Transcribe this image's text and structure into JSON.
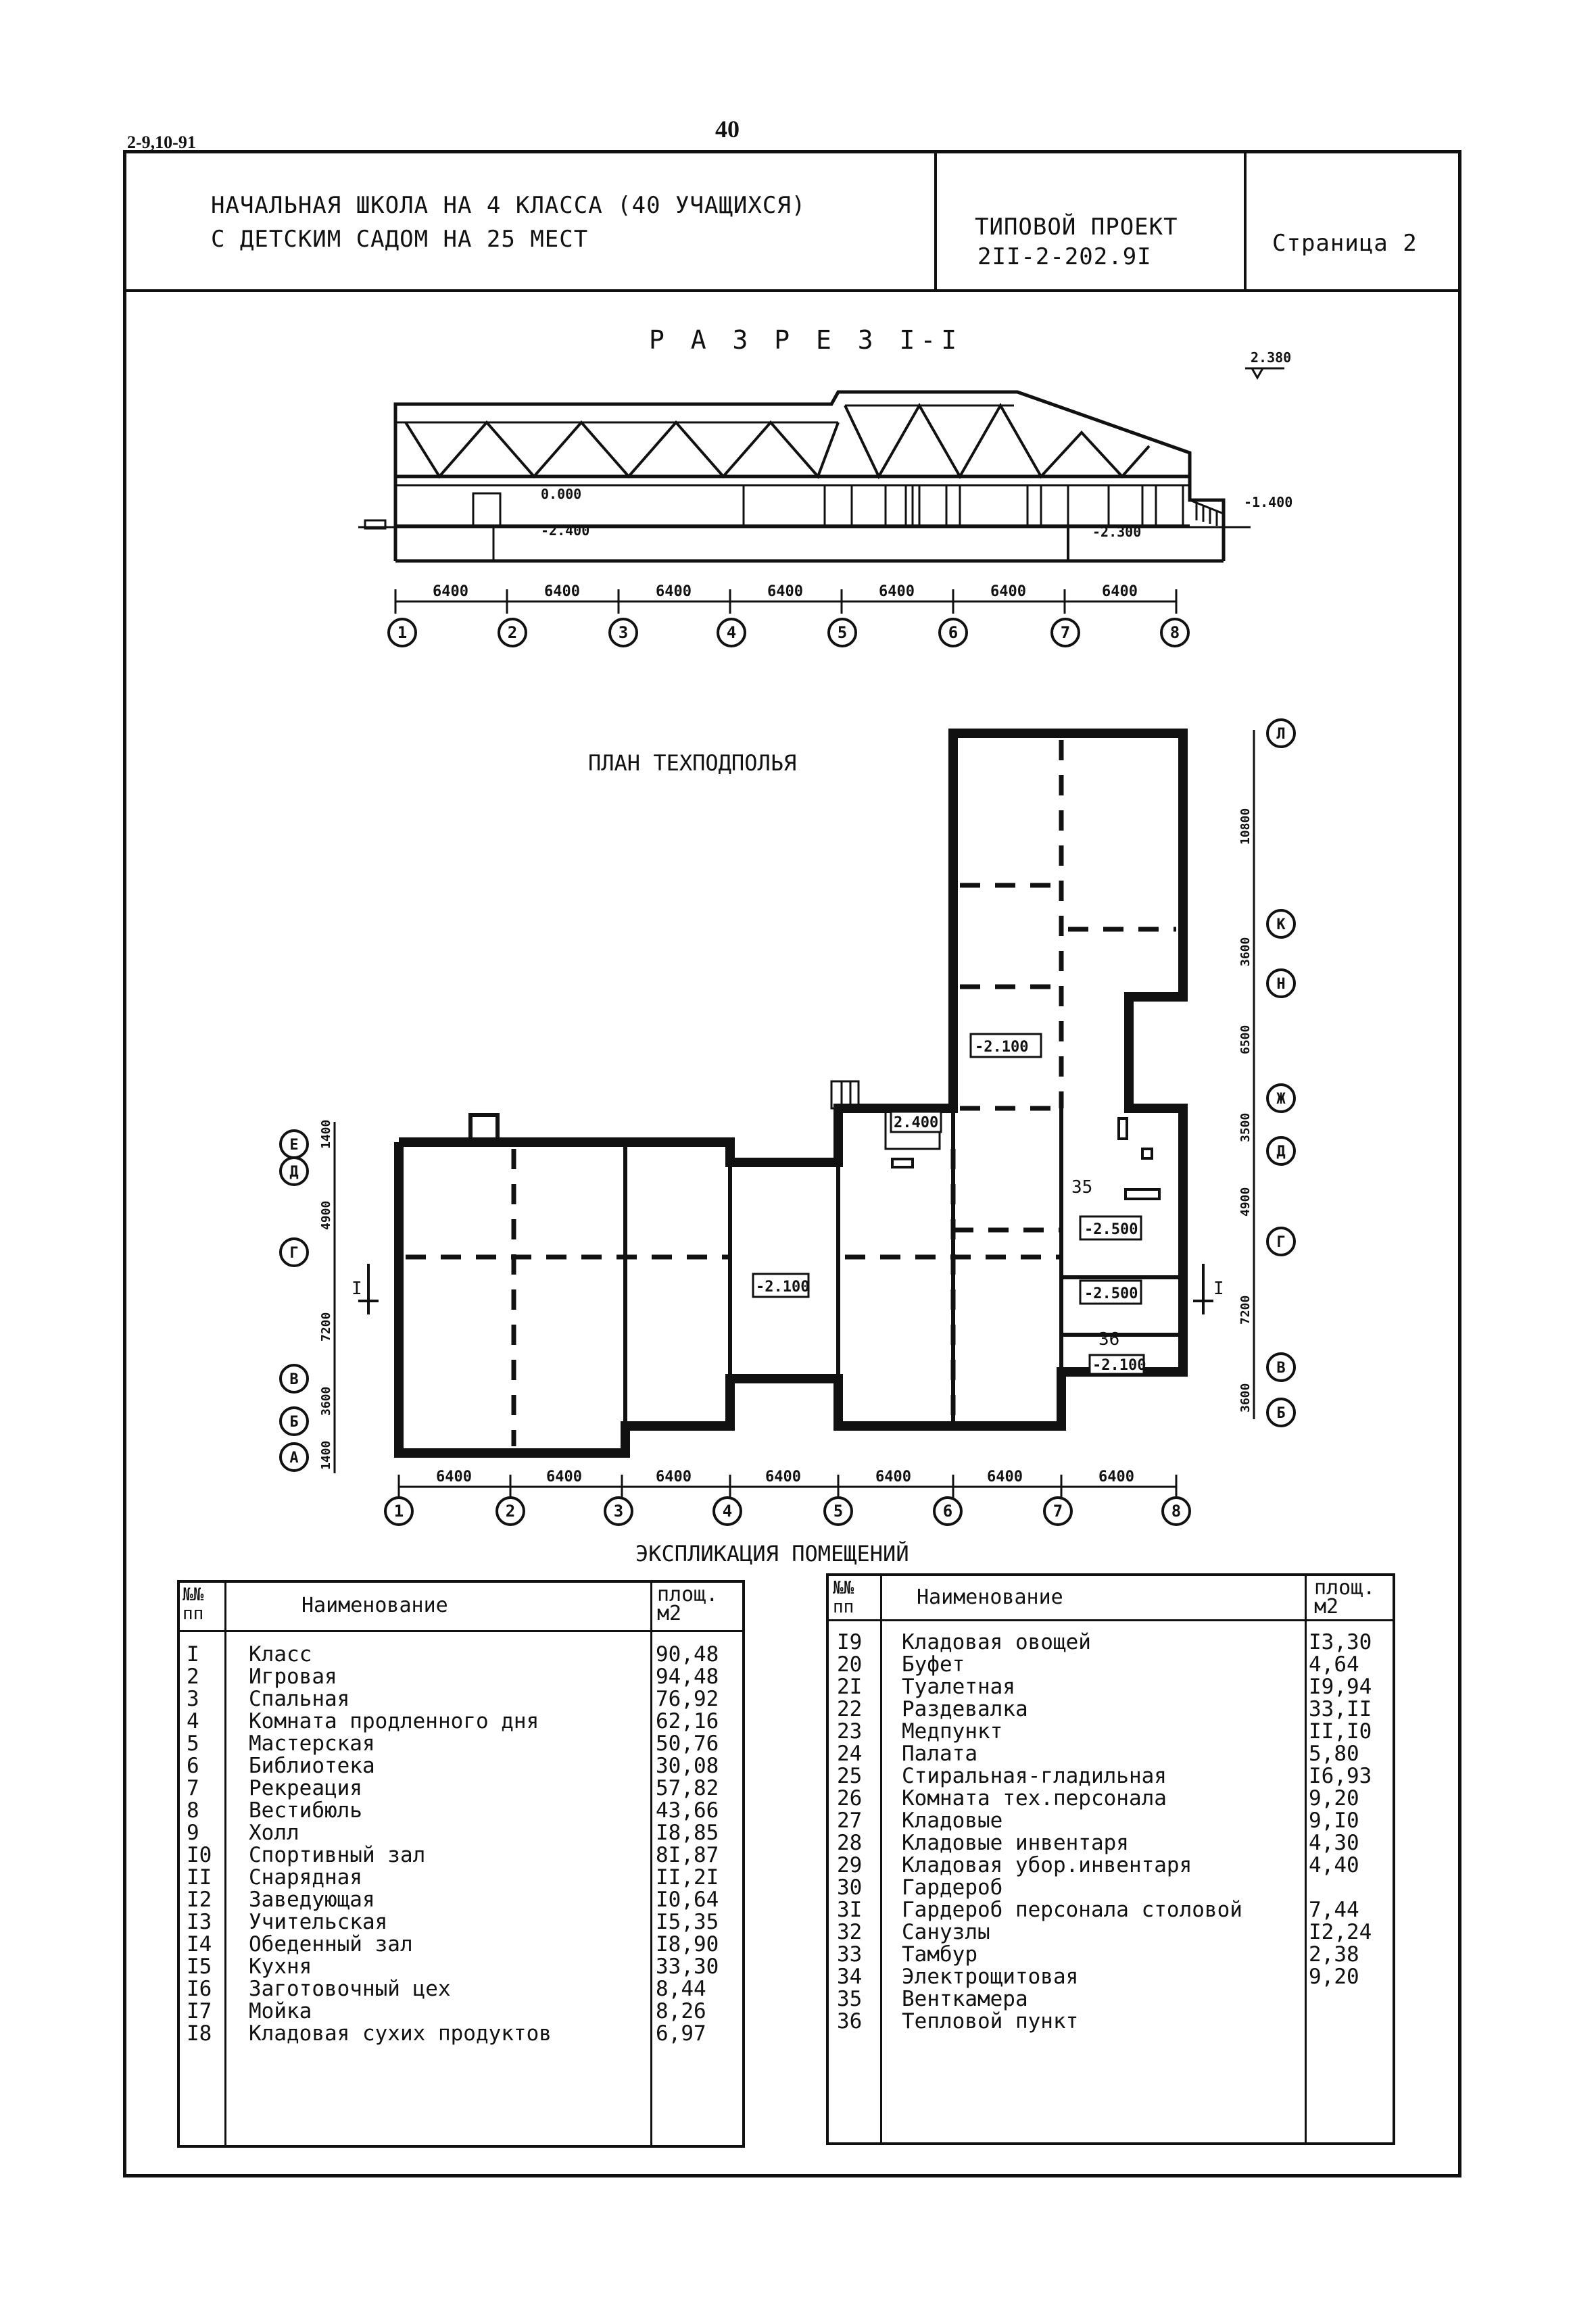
{
  "header": {
    "doc_code": "2-9,10-91",
    "page_number": "40",
    "title_line1": "НАЧАЛЬНАЯ ШКОЛА НА 4 КЛАССА (40 УЧАЩИХСЯ)",
    "title_line2": "С ДЕТСКИМ САДОМ НА 25 МЕСТ",
    "project_label": "ТИПОВОЙ ПРОЕКТ",
    "project_code": "2II-2-202.9I",
    "sheet_label": "Страница 2"
  },
  "section": {
    "title": "Р А З Р Е З  I-I",
    "elevations": [
      "2.380",
      "0.000",
      "-2.400",
      "-2.300",
      "-1.400"
    ],
    "spans": [
      "6400",
      "6400",
      "6400",
      "6400",
      "6400",
      "6400",
      "6400"
    ],
    "axes": [
      "1",
      "2",
      "3",
      "4",
      "5",
      "6",
      "7",
      "8"
    ]
  },
  "plan": {
    "title": "ПЛАН ТЕХПОДПОЛЬЯ",
    "marks": [
      "-2.100",
      "2.400",
      "-2.100",
      "-2.500",
      "-2.500",
      "-2.100"
    ],
    "room_35": "35",
    "room_36": "36",
    "cut_mark": "I",
    "spans": [
      "6400",
      "6400",
      "6400",
      "6400",
      "6400",
      "6400",
      "6400"
    ],
    "axes": [
      "1",
      "2",
      "3",
      "4",
      "5",
      "6",
      "7",
      "8"
    ],
    "left_axes": [
      "Е",
      "Д",
      "Г",
      "В",
      "Б",
      "А"
    ],
    "left_dims": [
      "1400",
      "4900",
      "7200",
      "3600",
      "1400"
    ],
    "right_axes": [
      "Л",
      "К",
      "Н",
      "Ж",
      "Д",
      "Г",
      "В",
      "Б"
    ],
    "right_dims": [
      "10800",
      "3600",
      "6500",
      "3500",
      "4900",
      "7200",
      "3600"
    ]
  },
  "explication": {
    "title": "ЭКСПЛИКАЦИЯ ПОМЕЩЕНИЙ",
    "head_no": "№№\nпп",
    "head_name": "Наименование",
    "head_area": "площ.\nм2",
    "left_rows": [
      {
        "no": "I",
        "name": "Класс",
        "area": "90,48"
      },
      {
        "no": "2",
        "name": "Игровая",
        "area": "94,48"
      },
      {
        "no": "3",
        "name": "Спальная",
        "area": "76,92"
      },
      {
        "no": "4",
        "name": "Комната продленного дня",
        "area": "62,16"
      },
      {
        "no": "5",
        "name": "Мастерская",
        "area": "50,76"
      },
      {
        "no": "6",
        "name": "Библиотека",
        "area": "30,08"
      },
      {
        "no": "7",
        "name": "Рекреация",
        "area": "57,82"
      },
      {
        "no": "8",
        "name": "Вестибюль",
        "area": "43,66"
      },
      {
        "no": "9",
        "name": "Холл",
        "area": "I8,85"
      },
      {
        "no": "I0",
        "name": "Спортивный зал",
        "area": "8I,87"
      },
      {
        "no": "II",
        "name": "Снарядная",
        "area": "II,2I"
      },
      {
        "no": "I2",
        "name": "Заведующая",
        "area": "I0,64"
      },
      {
        "no": "I3",
        "name": "Учительская",
        "area": "I5,35"
      },
      {
        "no": "I4",
        "name": "Обеденный зал",
        "area": "I8,90"
      },
      {
        "no": "I5",
        "name": "Кухня",
        "area": "33,30"
      },
      {
        "no": "I6",
        "name": "Заготовочный цех",
        "area": "8,44"
      },
      {
        "no": "I7",
        "name": "Мойка",
        "area": "8,26"
      },
      {
        "no": "I8",
        "name": "Кладовая сухих продуктов",
        "area": "6,97"
      }
    ],
    "right_rows": [
      {
        "no": "I9",
        "name": "Кладовая овощей",
        "area": "I3,30"
      },
      {
        "no": "20",
        "name": "Буфет",
        "area": "4,64"
      },
      {
        "no": "2I",
        "name": "Туалетная",
        "area": "I9,94"
      },
      {
        "no": "22",
        "name": "Раздевалка",
        "area": "33,II"
      },
      {
        "no": "23",
        "name": "Медпункт",
        "area": "II,I0"
      },
      {
        "no": "24",
        "name": "Палата",
        "area": "5,80"
      },
      {
        "no": "25",
        "name": "Стиральная-гладильная",
        "area": "I6,93"
      },
      {
        "no": "26",
        "name": "Комната тех.персонала",
        "area": "9,20"
      },
      {
        "no": "27",
        "name": "Кладовые",
        "area": "9,I0"
      },
      {
        "no": "28",
        "name": "Кладовые инвентаря",
        "area": "4,30"
      },
      {
        "no": "29",
        "name": "Кладовая убор.инвентаря",
        "area": "4,40"
      },
      {
        "no": "30",
        "name": "Гардероб",
        "area": ""
      },
      {
        "no": "3I",
        "name": "Гардероб персонала столовой",
        "area": "7,44"
      },
      {
        "no": "32",
        "name": "Санузлы",
        "area": "I2,24"
      },
      {
        "no": "33",
        "name": "Тамбур",
        "area": "2,38"
      },
      {
        "no": "34",
        "name": "Электрощитовая",
        "area": "9,20"
      },
      {
        "no": "35",
        "name": "Венткамера",
        "area": ""
      },
      {
        "no": "36",
        "name": "Тепловой пункт",
        "area": ""
      }
    ]
  }
}
